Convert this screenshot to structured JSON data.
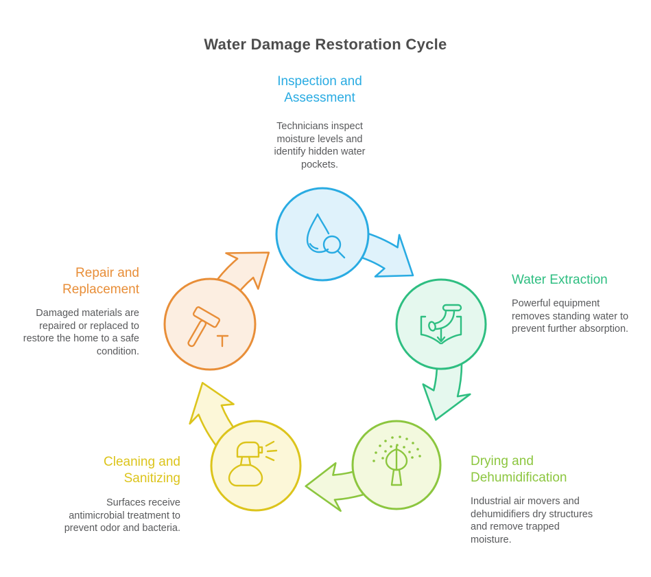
{
  "title": "Water Damage Restoration Cycle",
  "colors": {
    "blue": "#29abe2",
    "teal": "#2ebe81",
    "olive": "#8cc63f",
    "yellow": "#dcc41c",
    "orange": "#e88e38",
    "body_text": "#58595b",
    "title_text": "#4d4d4d",
    "blue_fill": "#dff2fb",
    "teal_fill": "#e5f8ee",
    "olive_fill": "#f3f9de",
    "yellow_fill": "#fcf7d8",
    "orange_fill": "#fceee1"
  },
  "stages": [
    {
      "name": "Inspection and Assessment",
      "heading": "Inspection and\nAssessment",
      "description": "Technicians inspect moisture levels and identify hidden water pockets.",
      "color": "#29abe2",
      "icon": "droplet-magnifier"
    },
    {
      "name": "Water Extraction",
      "heading": "Water Extraction",
      "description": "Powerful equipment removes standing water to prevent further absorption.",
      "color": "#2ebe81",
      "icon": "extraction-pipe"
    },
    {
      "name": "Drying and Dehumidification",
      "heading": "Drying and\nDehumidification",
      "description": "Industrial air movers and dehumidifiers dry structures and remove trapped moisture.",
      "color": "#8cc63f",
      "icon": "air-mover"
    },
    {
      "name": "Cleaning and Sanitizing",
      "heading": "Cleaning and\nSanitizing",
      "description": "Surfaces receive antimicrobial treatment to prevent odor and bacteria.",
      "color": "#dcc41c",
      "icon": "spray-bottle"
    },
    {
      "name": "Repair and Replacement",
      "heading": "Repair and\nReplacement",
      "description": "Damaged materials are repaired or replaced to restore the home to a safe condition.",
      "color": "#e88e38",
      "icon": "hammer-nail"
    }
  ]
}
